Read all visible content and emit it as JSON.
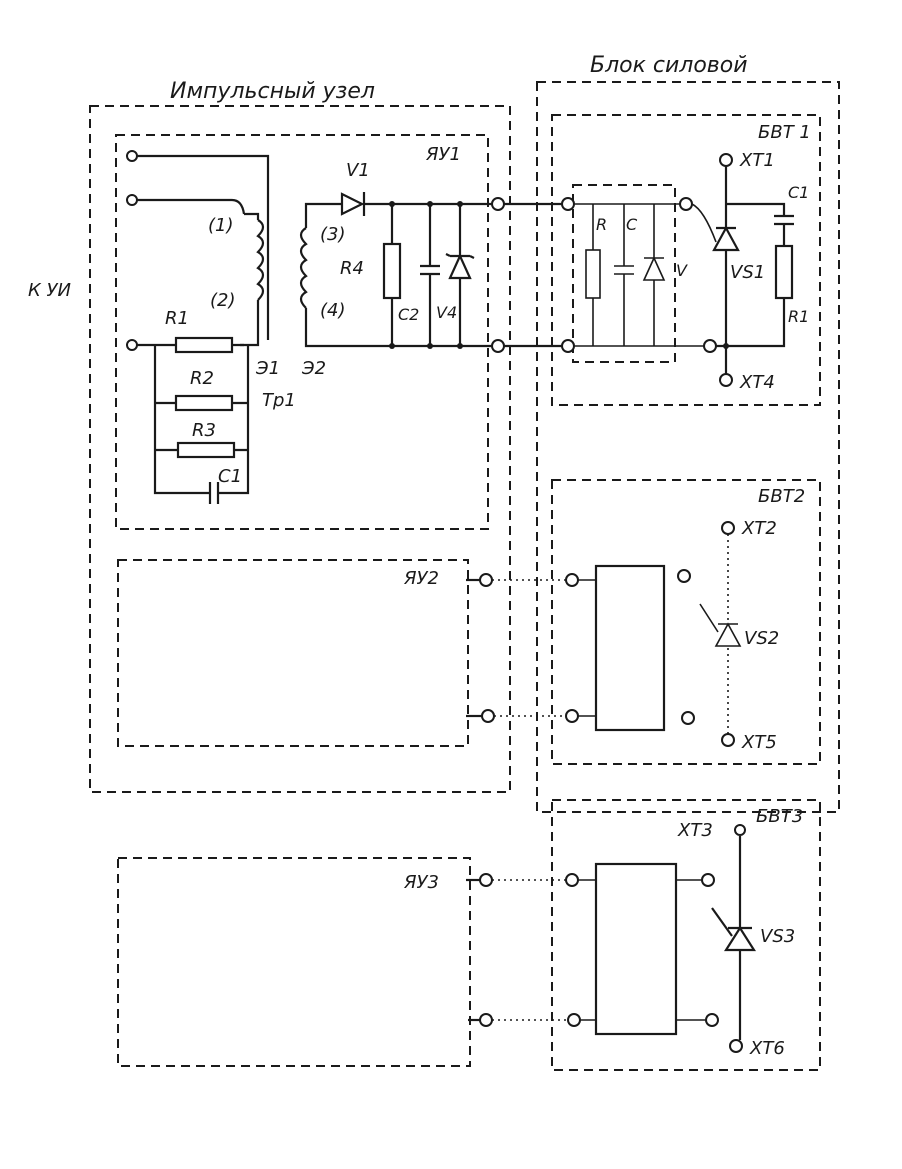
{
  "labels": {
    "impulse_unit": "Импульсный узел",
    "power_block": "Блок силовой",
    "k_ui": "К УИ",
    "yu1": "ЯУ1",
    "yu2": "ЯУ2",
    "yu3": "ЯУ3",
    "bvt1": "БВТ 1",
    "bvt2": "БВТ2",
    "bvt3": "БВТ3",
    "xt1": "XT1",
    "xt2": "XT2",
    "xt3": "XT3",
    "xt4": "XT4",
    "xt5": "XT5",
    "xt6": "XT6",
    "vs1": "VS1",
    "vs2": "VS2",
    "vs3": "VS3",
    "c1_power": "C1",
    "r1_power": "R1",
    "r_snub": "R",
    "c_snub": "C",
    "v_snub": "V",
    "v1": "V1",
    "r4": "R4",
    "c2": "C2",
    "v4": "V4",
    "w3": "(3)",
    "w4": "(4)",
    "w1": "(1)",
    "w2": "(2)",
    "r1": "R1",
    "r2": "R2",
    "r3": "R3",
    "c1": "C1",
    "e1": "Э1",
    "e2": "Э2",
    "tr1": "Тр1"
  }
}
